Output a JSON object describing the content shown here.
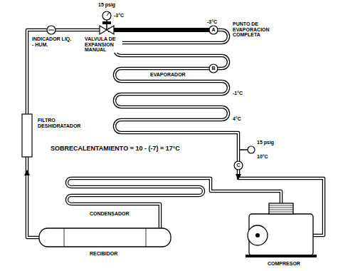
{
  "diagram": {
    "labels": [
      "15 psig",
      "-3°C",
      "INDICADOR LIQ. - HUM.",
      "VALVULA DE EXPANSION MANUAL",
      "-3°C",
      "A",
      "PUNTO DE EVAPORACION COMPLETA",
      "B",
      "-1°C",
      "EVAPORADOR",
      "4°C",
      "15 psig",
      "10°C",
      "C",
      "FILTRO DESHIDRATADOR",
      "SOBRECALENTAMIENTO = 10 - (-7) = 17°C",
      "CONDENSADOR",
      "RECIBIDOR",
      "COMPRESOR"
    ]
  }
}
